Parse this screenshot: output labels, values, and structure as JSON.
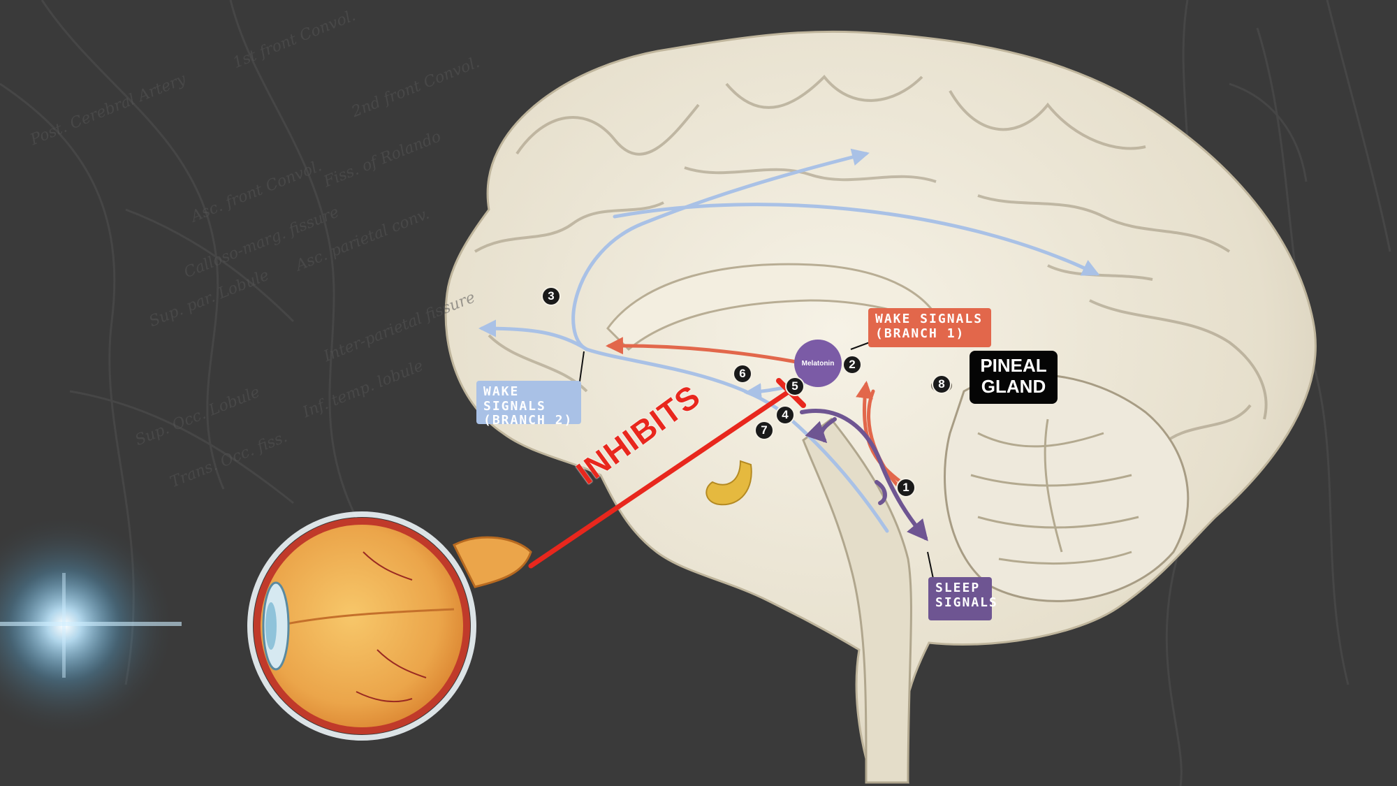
{
  "labels": {
    "wake_signals_branch_2": [
      "WAKE SIGNALS",
      "(BRANCH 2)"
    ],
    "wake_signals_branch_1": [
      "WAKE SIGNALS",
      "(BRANCH 1)"
    ],
    "sleep_signals": [
      "SLEEP",
      "SIGNALS"
    ],
    "pineal_gland": [
      "PINEAL",
      "GLAND"
    ],
    "melatonin": "Melatonin",
    "inhibits": "INHIBITS"
  },
  "markers": [
    "1",
    "2",
    "3",
    "4",
    "5",
    "6",
    "7",
    "8"
  ],
  "background_annotations": [
    "1st front Convol.",
    "2nd front Convol.",
    "Asc. front Convol.",
    "Fiss. of Rolando",
    "Asc. parietal conv.",
    "Calloso-marg. fissure",
    "Sup. par. Lobule",
    "Inter-parietal fissure",
    "Inf. temp. lobule",
    "Sup. Occ. Lobule",
    "Trans. Occ. fiss.",
    "Post. Cerebral Artery"
  ],
  "colors": {
    "background": "#3a3a3a",
    "brain_tissue": "#ece6d6",
    "wake_branch_2": "#a9c1e6",
    "wake_branch_1": "#e2674b",
    "sleep": "#6e5592",
    "inhibit": "#e8271d",
    "melatonin": "#7b5ba6",
    "pineal_label_bg": "#050505",
    "light_flare": "#bfe8ff"
  },
  "icons": [
    "eye-illustration",
    "brain-illustration",
    "light-flare"
  ]
}
